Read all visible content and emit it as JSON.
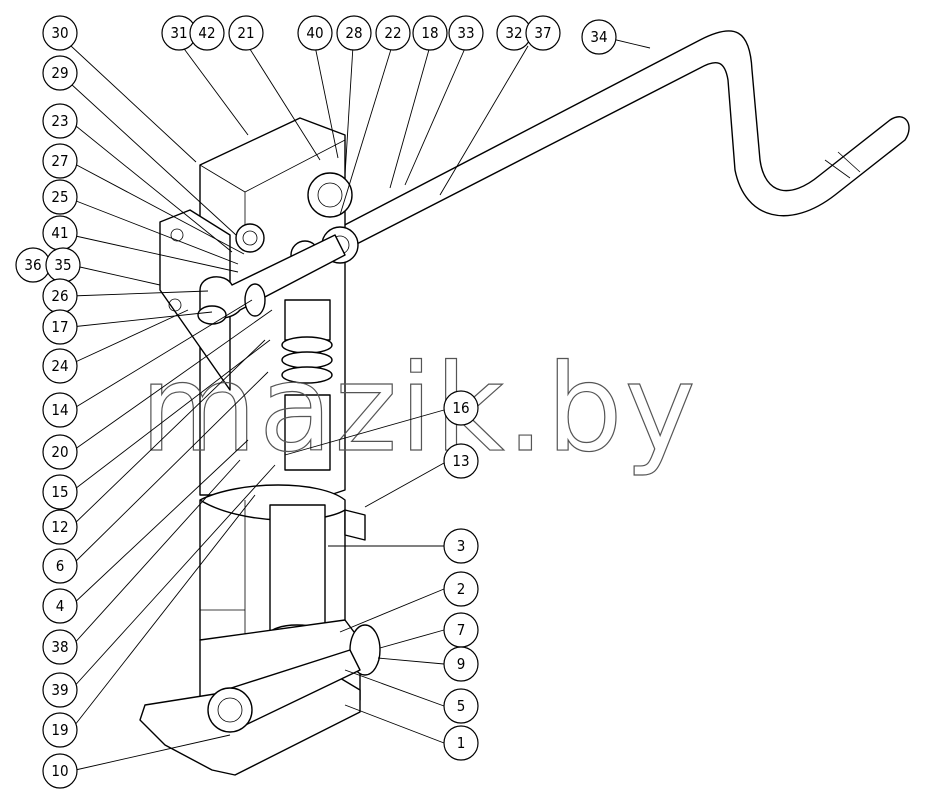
{
  "watermark": "mazik.by",
  "callouts": [
    "30",
    "31",
    "42",
    "21",
    "40",
    "28",
    "22",
    "18",
    "33",
    "32",
    "37",
    "34",
    "29",
    "23",
    "27",
    "25",
    "41",
    "36",
    "35",
    "26",
    "17",
    "24",
    "14",
    "20",
    "15",
    "12",
    "6",
    "4",
    "38",
    "39",
    "19",
    "16",
    "13",
    "3",
    "2",
    "7",
    "9",
    "5",
    "1",
    "10"
  ]
}
